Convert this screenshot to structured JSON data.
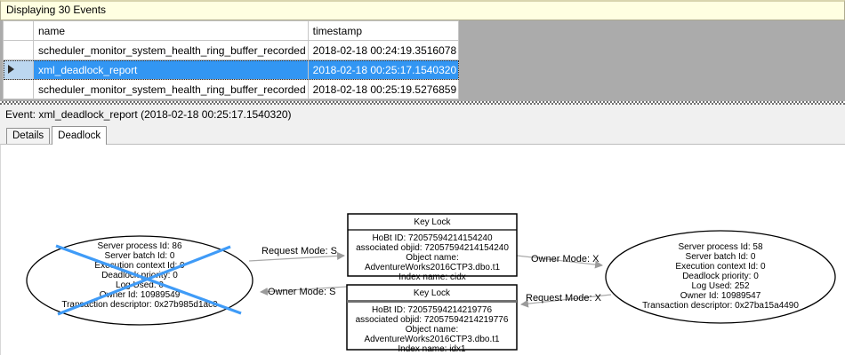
{
  "header": {
    "title": "Displaying 30 Events"
  },
  "grid": {
    "columns": [
      "name",
      "timestamp"
    ],
    "rows": [
      {
        "name": "scheduler_monitor_system_health_ring_buffer_recorded",
        "timestamp": "2018-02-18 00:24:19.3516078",
        "selected": false
      },
      {
        "name": "xml_deadlock_report",
        "timestamp": "2018-02-18 00:25:17.1540320",
        "selected": true
      },
      {
        "name": "scheduler_monitor_system_health_ring_buffer_recorded",
        "timestamp": "2018-02-18 00:25:19.5276859",
        "selected": false
      }
    ]
  },
  "event_bar": {
    "text": "Event: xml_deadlock_report (2018-02-18 00:25:17.1540320)"
  },
  "tabs": [
    {
      "label": "Details",
      "selected": false
    },
    {
      "label": "Deadlock",
      "selected": true
    }
  ],
  "graph": {
    "victim": {
      "lines": [
        "Server process Id: 86",
        "Server batch Id: 0",
        "Execution context Id: 0",
        "Deadlock priority: 0",
        "Log Used: 0",
        "Owner Id: 10989549",
        "Transaction descriptor: 0x27b985d1ac0"
      ]
    },
    "owner": {
      "lines": [
        "Server process Id: 58",
        "Server batch Id: 0",
        "Execution context Id: 0",
        "Deadlock priority: 0",
        "Log Used: 252",
        "Owner Id: 10989547",
        "Transaction descriptor: 0x27ba15a4490"
      ]
    },
    "lock_top": {
      "title": "Key Lock",
      "lines": [
        "HoBt ID: 72057594214154240",
        "associated objid: 72057594214154240",
        "Object name: AdventureWorks2016CTP3.dbo.t1",
        "Index name: cidx"
      ]
    },
    "lock_bottom": {
      "title": "Key Lock",
      "lines": [
        "HoBt ID: 72057594214219776",
        "associated objid: 72057594214219776",
        "Object name: AdventureWorks2016CTP3.dbo.t1",
        "Index name: idx1"
      ]
    },
    "edges": {
      "request_s": "Request Mode: S",
      "owner_s": "Owner Mode: S",
      "owner_x": "Owner Mode: X",
      "request_x": "Request Mode: X"
    }
  },
  "colors": {
    "count_bar_bg": "#ffffe1",
    "chrome_bg": "#f0f0f0",
    "grid_back": "#ababab",
    "selection": "#3296f3",
    "selection_rowheader": "#bcd7f0",
    "victim_cross": "#3f9bf7",
    "edge_line": "#a8a8a8"
  }
}
